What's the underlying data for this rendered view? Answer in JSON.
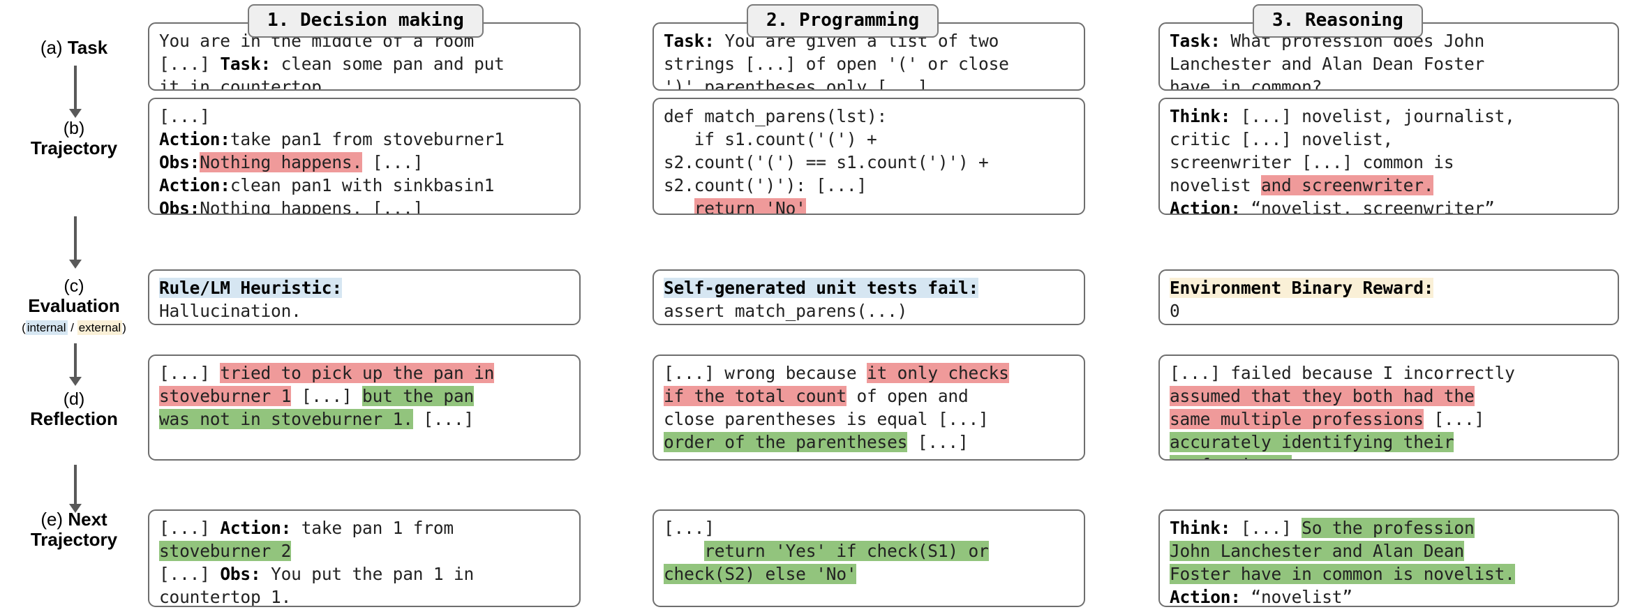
{
  "columns": [
    {
      "id": "col1",
      "header": "1. Decision making"
    },
    {
      "id": "col2",
      "header": "2. Programming"
    },
    {
      "id": "col3",
      "header": "3. Reasoning"
    }
  ],
  "row_labels": [
    {
      "id": "task",
      "prefix": "(a)",
      "name": "Task",
      "inline": true
    },
    {
      "id": "traj",
      "prefix": "(b)",
      "name": "Trajectory",
      "inline": false
    },
    {
      "id": "eval",
      "prefix": "(c)",
      "name": "Evaluation",
      "inline": false,
      "subnote": {
        "open": "(",
        "internal": "internal",
        "sep": " / ",
        "external": "external",
        "close": ")"
      }
    },
    {
      "id": "reflect",
      "prefix": "(d)",
      "name": "Reflection",
      "inline": false
    },
    {
      "id": "nexttraj",
      "prefix": "(e)",
      "name": "Next",
      "name2": "Trajectory",
      "inline": true
    }
  ],
  "colors": {
    "highlight_red": "#ef9a9a",
    "highlight_green": "#92c47d",
    "highlight_blue": "#d6e6f2",
    "highlight_yellow": "#faf0d7",
    "box_border": "#6e6e6e",
    "header_fill": "#efefef",
    "arrow": "#595959"
  },
  "cells": {
    "task": {
      "col1": [
        [
          {
            "t": "You are in the middle of a room"
          }
        ],
        [
          {
            "t": "[...] "
          },
          {
            "t": "Task:",
            "b": true
          },
          {
            "t": " clean some pan and put"
          }
        ],
        [
          {
            "t": "it in countertop."
          }
        ]
      ],
      "col2": [
        [
          {
            "t": "Task:",
            "b": true
          },
          {
            "t": " You are given a list of two"
          }
        ],
        [
          {
            "t": "strings [...] of open '(' or close"
          }
        ],
        [
          {
            "t": "')' parentheses only [...]"
          }
        ]
      ],
      "col3": [
        [
          {
            "t": "Task:",
            "b": true
          },
          {
            "t": " What profession does John"
          }
        ],
        [
          {
            "t": "Lanchester and Alan Dean Foster"
          }
        ],
        [
          {
            "t": "have in common?"
          }
        ]
      ]
    },
    "traj": {
      "col1": [
        [
          {
            "t": "[...]"
          }
        ],
        [
          {
            "t": "Action:",
            "b": true
          },
          {
            "t": "take pan1 from stoveburner1"
          }
        ],
        [
          {
            "t": "Obs:",
            "b": true
          },
          {
            "t": "Nothing happens.",
            "h": "red"
          },
          {
            "t": " [...]"
          }
        ],
        [
          {
            "t": "Action:",
            "b": true
          },
          {
            "t": "clean pan1 with sinkbasin1"
          }
        ],
        [
          {
            "t": "Obs:",
            "b": true
          },
          {
            "t": "Nothing happens. [...]"
          }
        ]
      ],
      "col2": [
        [
          {
            "t": "def match_parens(lst):"
          }
        ],
        [
          {
            "t": "   if s1.count('(') +"
          }
        ],
        [
          {
            "t": "s2.count('(') == s1.count(')') +"
          }
        ],
        [
          {
            "t": "s2.count(')'): [...]"
          }
        ],
        [
          {
            "t": "   "
          },
          {
            "t": "return 'No'",
            "h": "red"
          }
        ]
      ],
      "col3": [
        [
          {
            "t": "Think:",
            "b": true
          },
          {
            "t": " [...] novelist, journalist,"
          }
        ],
        [
          {
            "t": "critic [...] novelist,"
          }
        ],
        [
          {
            "t": "screenwriter [...] common is"
          }
        ],
        [
          {
            "t": "novelist "
          },
          {
            "t": "and screenwriter.",
            "h": "red"
          }
        ],
        [
          {
            "t": "Action:",
            "b": true
          },
          {
            "t": " “novelist, screenwriter”"
          }
        ]
      ]
    },
    "eval": {
      "col1": [
        [
          {
            "t": "Rule/LM Heuristic:",
            "b": true,
            "h": "blue"
          }
        ],
        [
          {
            "t": "Hallucination."
          }
        ]
      ],
      "col2": [
        [
          {
            "t": "Self-generated unit tests fail:",
            "b": true,
            "h": "blue"
          }
        ],
        [
          {
            "t": "assert match_parens(...)"
          }
        ]
      ],
      "col3": [
        [
          {
            "t": "Environment Binary Reward:",
            "b": true,
            "h": "yellow"
          }
        ],
        [
          {
            "t": "0"
          }
        ]
      ]
    },
    "reflect": {
      "col1": [
        [
          {
            "t": "[...] "
          },
          {
            "t": "tried to pick up the pan in",
            "h": "red"
          }
        ],
        [
          {
            "t": "stoveburner 1",
            "h": "red"
          },
          {
            "t": " [...] "
          },
          {
            "t": "but the pan",
            "h": "green"
          }
        ],
        [
          {
            "t": "was not in stoveburner 1.",
            "h": "green"
          },
          {
            "t": " [...]"
          }
        ]
      ],
      "col2": [
        [
          {
            "t": "[...] wrong because "
          },
          {
            "t": "it only checks",
            "h": "red"
          }
        ],
        [
          {
            "t": "if the total count",
            "h": "red"
          },
          {
            "t": " of open and"
          }
        ],
        [
          {
            "t": "close parentheses is equal [...]"
          }
        ],
        [
          {
            "t": "order of the parentheses",
            "h": "green"
          },
          {
            "t": " [...]"
          }
        ]
      ],
      "col3": [
        [
          {
            "t": "[...] failed because I incorrectly"
          }
        ],
        [
          {
            "t": "assumed that they both had the",
            "h": "red"
          }
        ],
        [
          {
            "t": "same multiple professions",
            "h": "red"
          },
          {
            "t": " [...]"
          }
        ],
        [
          {
            "t": "accurately identifying their",
            "h": "green"
          }
        ],
        [
          {
            "t": "professions.",
            "h": "green"
          }
        ]
      ]
    },
    "nexttraj": {
      "col1": [
        [
          {
            "t": "[...] "
          },
          {
            "t": "Action:",
            "b": true
          },
          {
            "t": " take pan 1 from"
          }
        ],
        [
          {
            "t": "stoveburner 2",
            "h": "green"
          }
        ],
        [
          {
            "t": "[...] "
          },
          {
            "t": "Obs:",
            "b": true
          },
          {
            "t": " You put the pan 1 in"
          }
        ],
        [
          {
            "t": "countertop 1."
          }
        ]
      ],
      "col2": [
        [
          {
            "t": "[...]"
          }
        ],
        [
          {
            "t": "    "
          },
          {
            "t": "return 'Yes' if check(S1) or",
            "h": "green"
          }
        ],
        [
          {
            "t": "check(S2) else 'No'",
            "h": "green"
          }
        ]
      ],
      "col3": [
        [
          {
            "t": "Think:",
            "b": true
          },
          {
            "t": " [...] "
          },
          {
            "t": "So the profession",
            "h": "green"
          }
        ],
        [
          {
            "t": "John Lanchester and Alan Dean",
            "h": "green"
          }
        ],
        [
          {
            "t": "Foster have in common is novelist.",
            "h": "green"
          }
        ],
        [
          {
            "t": "Action:",
            "b": true
          },
          {
            "t": " “novelist”"
          }
        ]
      ]
    }
  }
}
